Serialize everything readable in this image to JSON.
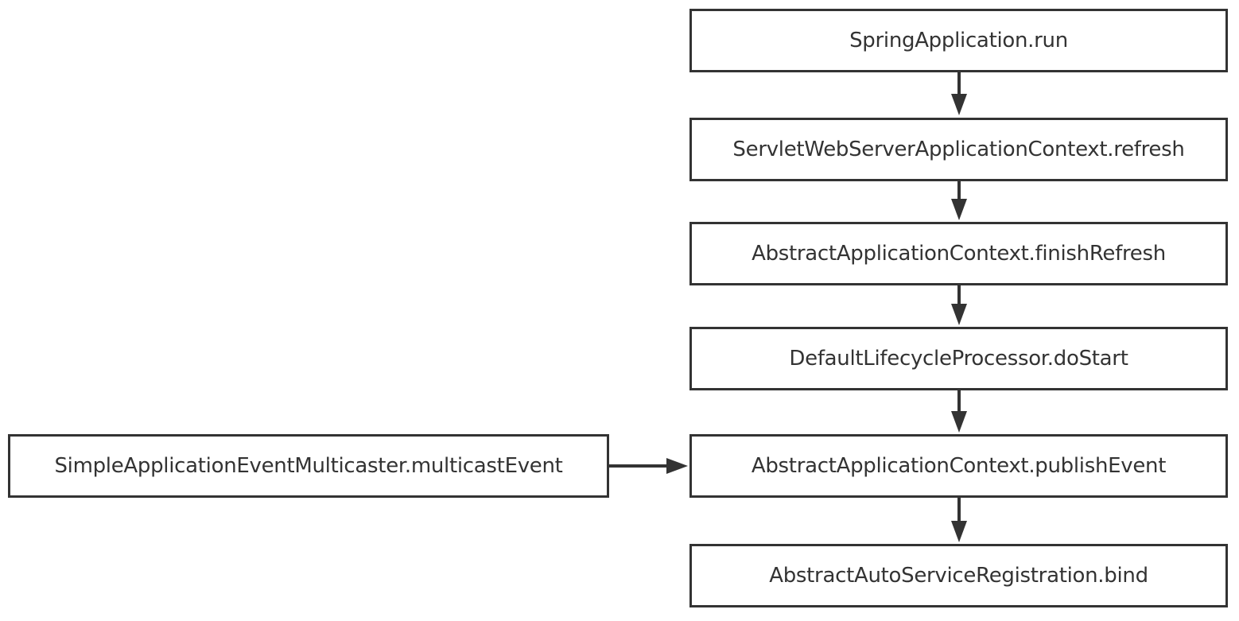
{
  "diagram": {
    "nodes": [
      {
        "id": "n1",
        "label": "SpringApplication.run"
      },
      {
        "id": "n2",
        "label": "ServletWebServerApplicationContext.refresh"
      },
      {
        "id": "n3",
        "label": "AbstractApplicationContext.finishRefresh"
      },
      {
        "id": "n4",
        "label": "DefaultLifecycleProcessor.doStart"
      },
      {
        "id": "n5",
        "label": "AbstractApplicationContext.publishEvent"
      },
      {
        "id": "n6",
        "label": "AbstractAutoServiceRegistration.bind"
      },
      {
        "id": "n7",
        "label": "SimpleApplicationEventMulticaster.multicastEvent"
      }
    ],
    "edges": [
      {
        "from": "n1",
        "to": "n2"
      },
      {
        "from": "n2",
        "to": "n3"
      },
      {
        "from": "n3",
        "to": "n4"
      },
      {
        "from": "n4",
        "to": "n5"
      },
      {
        "from": "n5",
        "to": "n6"
      },
      {
        "from": "n7",
        "to": "n5"
      }
    ],
    "colors": {
      "stroke": "#333333",
      "text": "#333333",
      "background": "#ffffff"
    }
  }
}
